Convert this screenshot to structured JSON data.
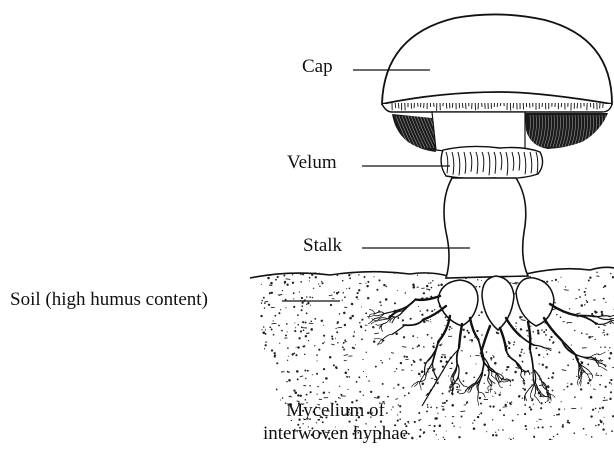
{
  "labels": {
    "cap": "Cap",
    "velum": "Velum",
    "stalk": "Stalk",
    "soil": "Soil (high humus content)",
    "mycelium_line1": "Mycelium of",
    "mycelium_line2": "interwoven hyphae"
  },
  "colors": {
    "ink": "#111111",
    "background": "#ffffff"
  }
}
